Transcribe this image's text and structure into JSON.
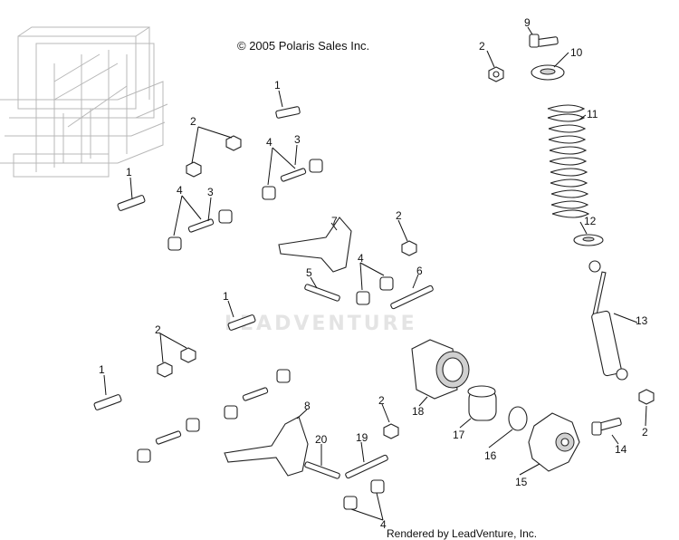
{
  "copyright": "© 2005 Polaris Sales Inc.",
  "footer": "Rendered by LeadVenture, Inc.",
  "watermark": "LEADVENTURE",
  "callouts": [
    "9",
    "2",
    "10",
    "1",
    "2",
    "11",
    "4",
    "3",
    "1",
    "4",
    "3",
    "7",
    "2",
    "12",
    "5",
    "4",
    "6",
    "1",
    "13",
    "2",
    "1",
    "18",
    "2",
    "8",
    "17",
    "14",
    "2",
    "20",
    "19",
    "16",
    "15",
    "4"
  ]
}
